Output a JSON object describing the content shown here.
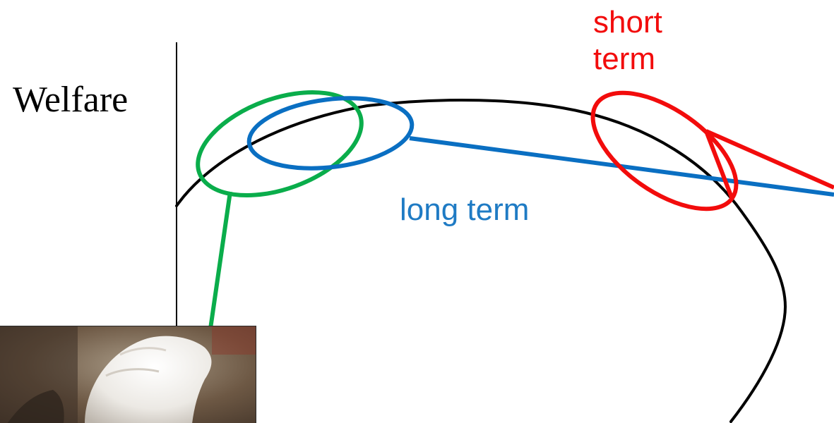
{
  "labels": {
    "y_axis": "Welfare",
    "long_term": "long term",
    "short_term_line1": "short",
    "short_term_line2": "term"
  },
  "colors": {
    "curve": "#000000",
    "axis": "#000000",
    "green": "#0aad4b",
    "blue": "#0a6fc2",
    "red": "#f20c0c",
    "long_term_text": "#1f7bc4",
    "short_term_text": "#f20c0c"
  },
  "photo": {
    "description_icon": "white-bird-photo"
  }
}
